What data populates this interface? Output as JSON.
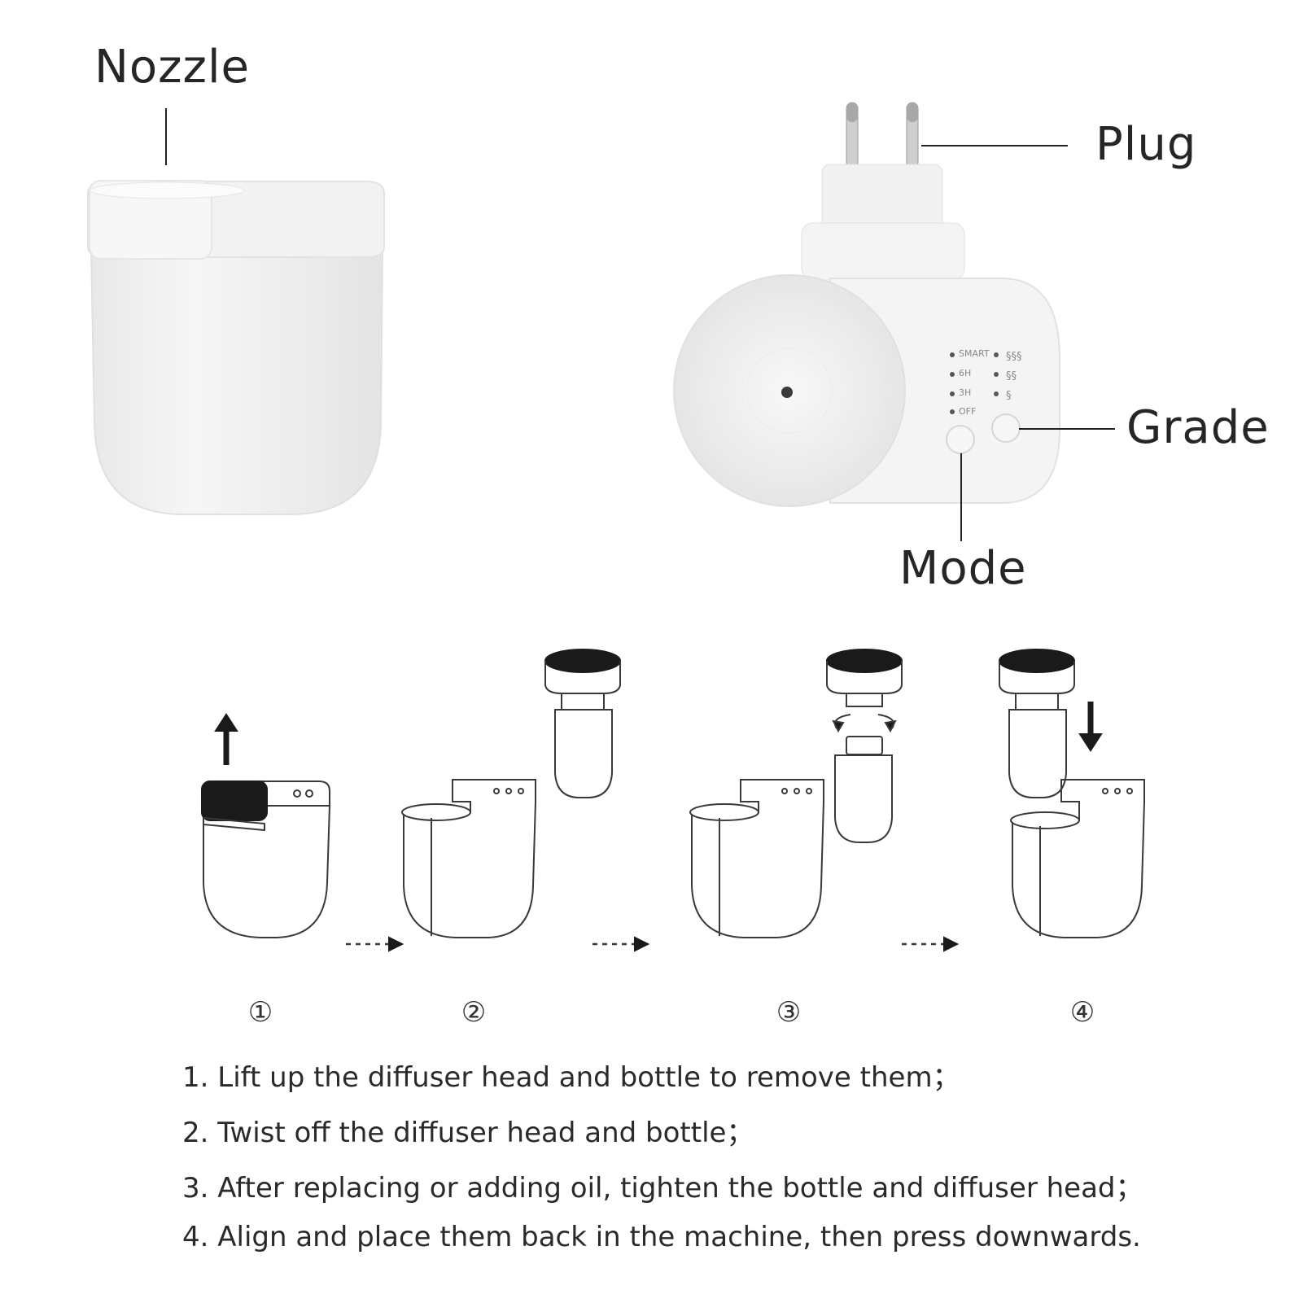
{
  "labels": {
    "nozzle": "Nozzle",
    "plug": "Plug",
    "grade": "Grade",
    "mode": "Mode"
  },
  "panel": {
    "modes": [
      "SMART",
      "6H",
      "3H",
      "OFF"
    ]
  },
  "steps": {
    "numbers": [
      "①",
      "②",
      "③",
      "④"
    ]
  },
  "instructions": [
    "1. Lift up the diffuser head and bottle to remove them；",
    "2. Twist off the diffuser head and bottle；",
    "3. After replacing or adding oil, tighten the bottle and diffuser head；",
    "4. Align and place them back in the machine, then press downwards."
  ],
  "colors": {
    "product_white": "#f3f3f3",
    "outline": "#3a3a3a",
    "text": "#262626"
  }
}
